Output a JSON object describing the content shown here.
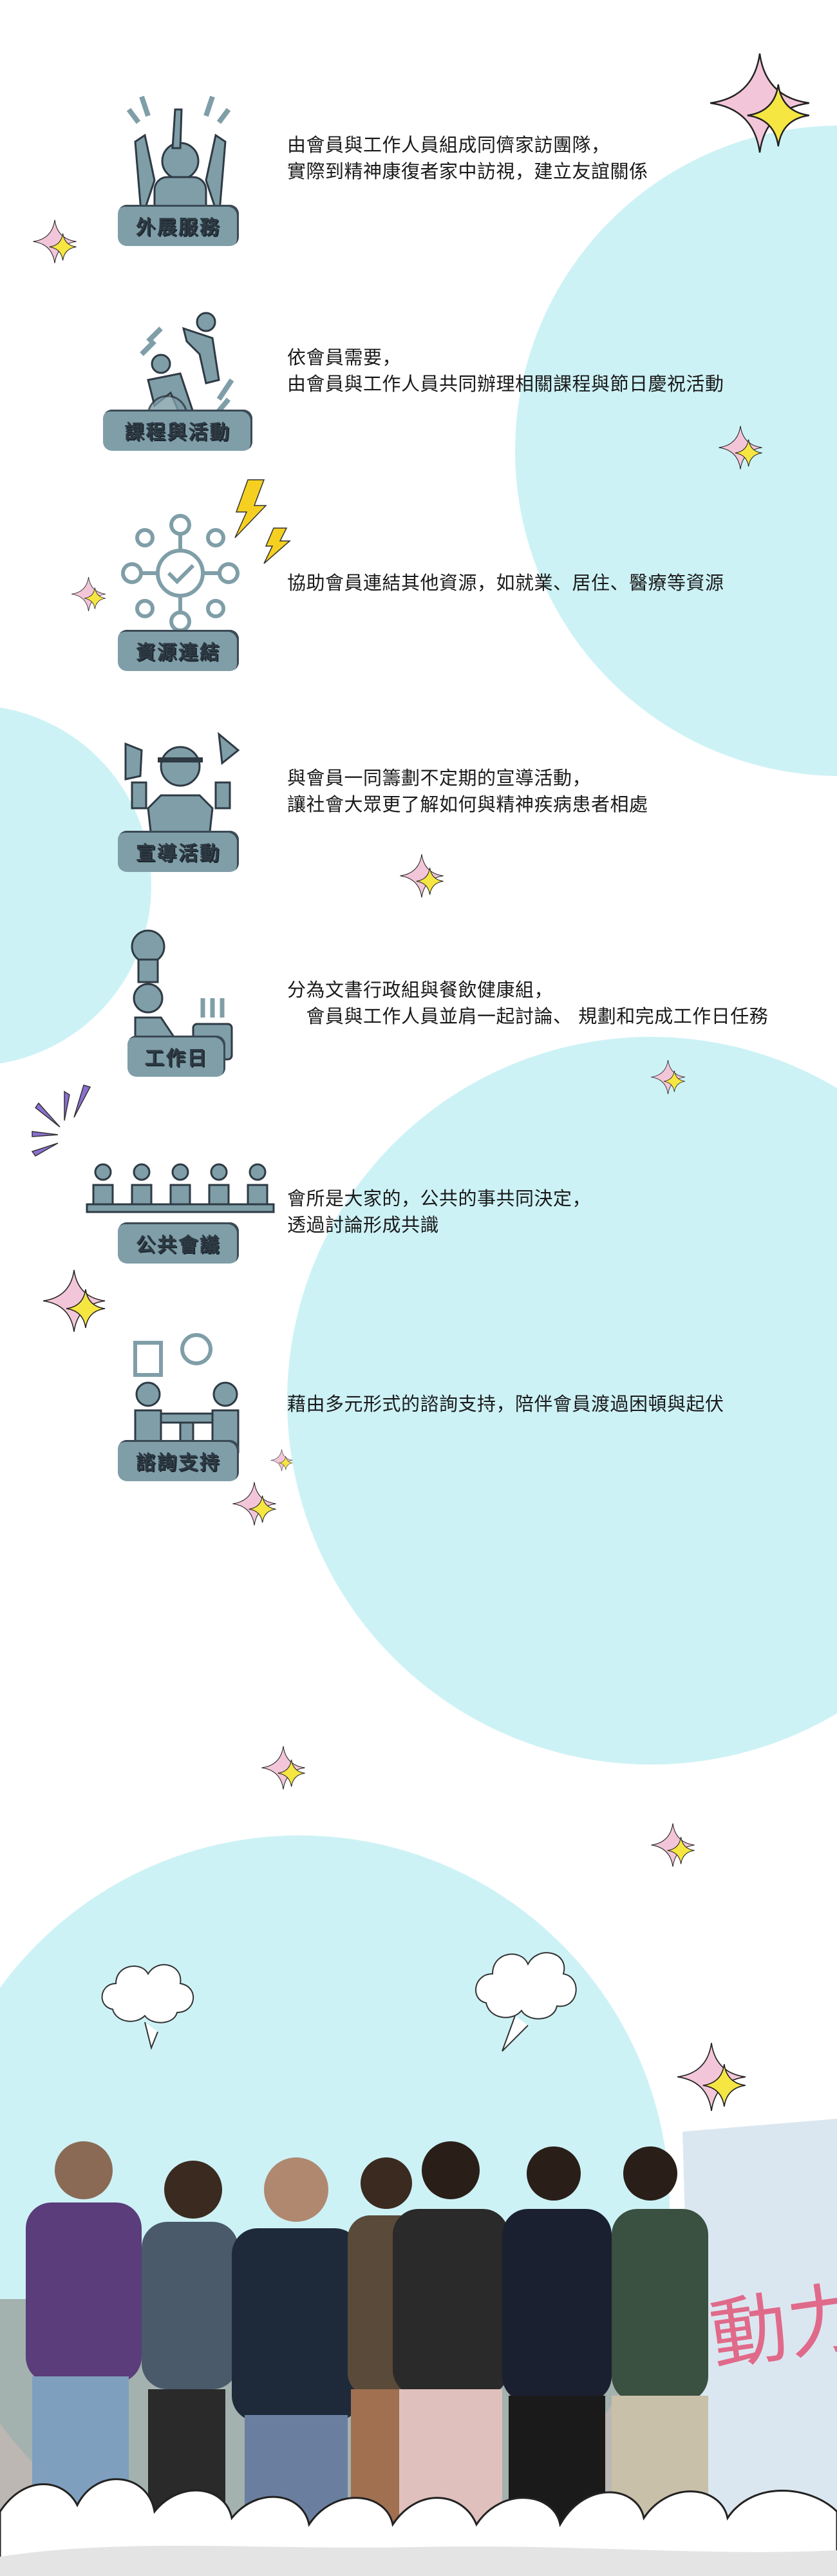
{
  "services": [
    {
      "label": "外展服務",
      "lines": [
        "由會員與工作人員組成同儕家訪團隊，",
        "實際到精神康復者家中訪視，建立友誼關係"
      ]
    },
    {
      "label": "課程與活動",
      "lines": [
        "依會員需要，",
        "由會員與工作人員共同辦理相關課程與節日慶祝活動"
      ]
    },
    {
      "label": "資源連結",
      "lines": [
        "協助會員連結其他資源，如就業、居住、醫療等資源"
      ]
    },
    {
      "label": "宣導活動",
      "lines": [
        "與會員一同籌劃不定期的宣導活動，",
        "讓社會大眾更了解如何與精神疾病患者相處"
      ]
    },
    {
      "label": "工作日",
      "lines": [
        "分為文書行政組與餐飲健康組，",
        "　會員與工作人員並肩一起討論、 規劃和完成工作日任務"
      ]
    },
    {
      "label": "公共會議",
      "lines": [
        "會所是大家的，公共的事共同決定，",
        "透過討論形成共識"
      ]
    },
    {
      "label": "諮詢支持",
      "lines": [
        "藉由多元形式的諮詢支持，陪伴會員渡過困頓與起伏"
      ]
    }
  ],
  "colors": {
    "accent": "#7f9ea8",
    "circle": "#cdf2f6",
    "star_pink": "#f2c6d8",
    "star_yellow": "#f5e642",
    "bolt": "#f5d020"
  },
  "photo": {
    "banner_logo": "動力"
  }
}
